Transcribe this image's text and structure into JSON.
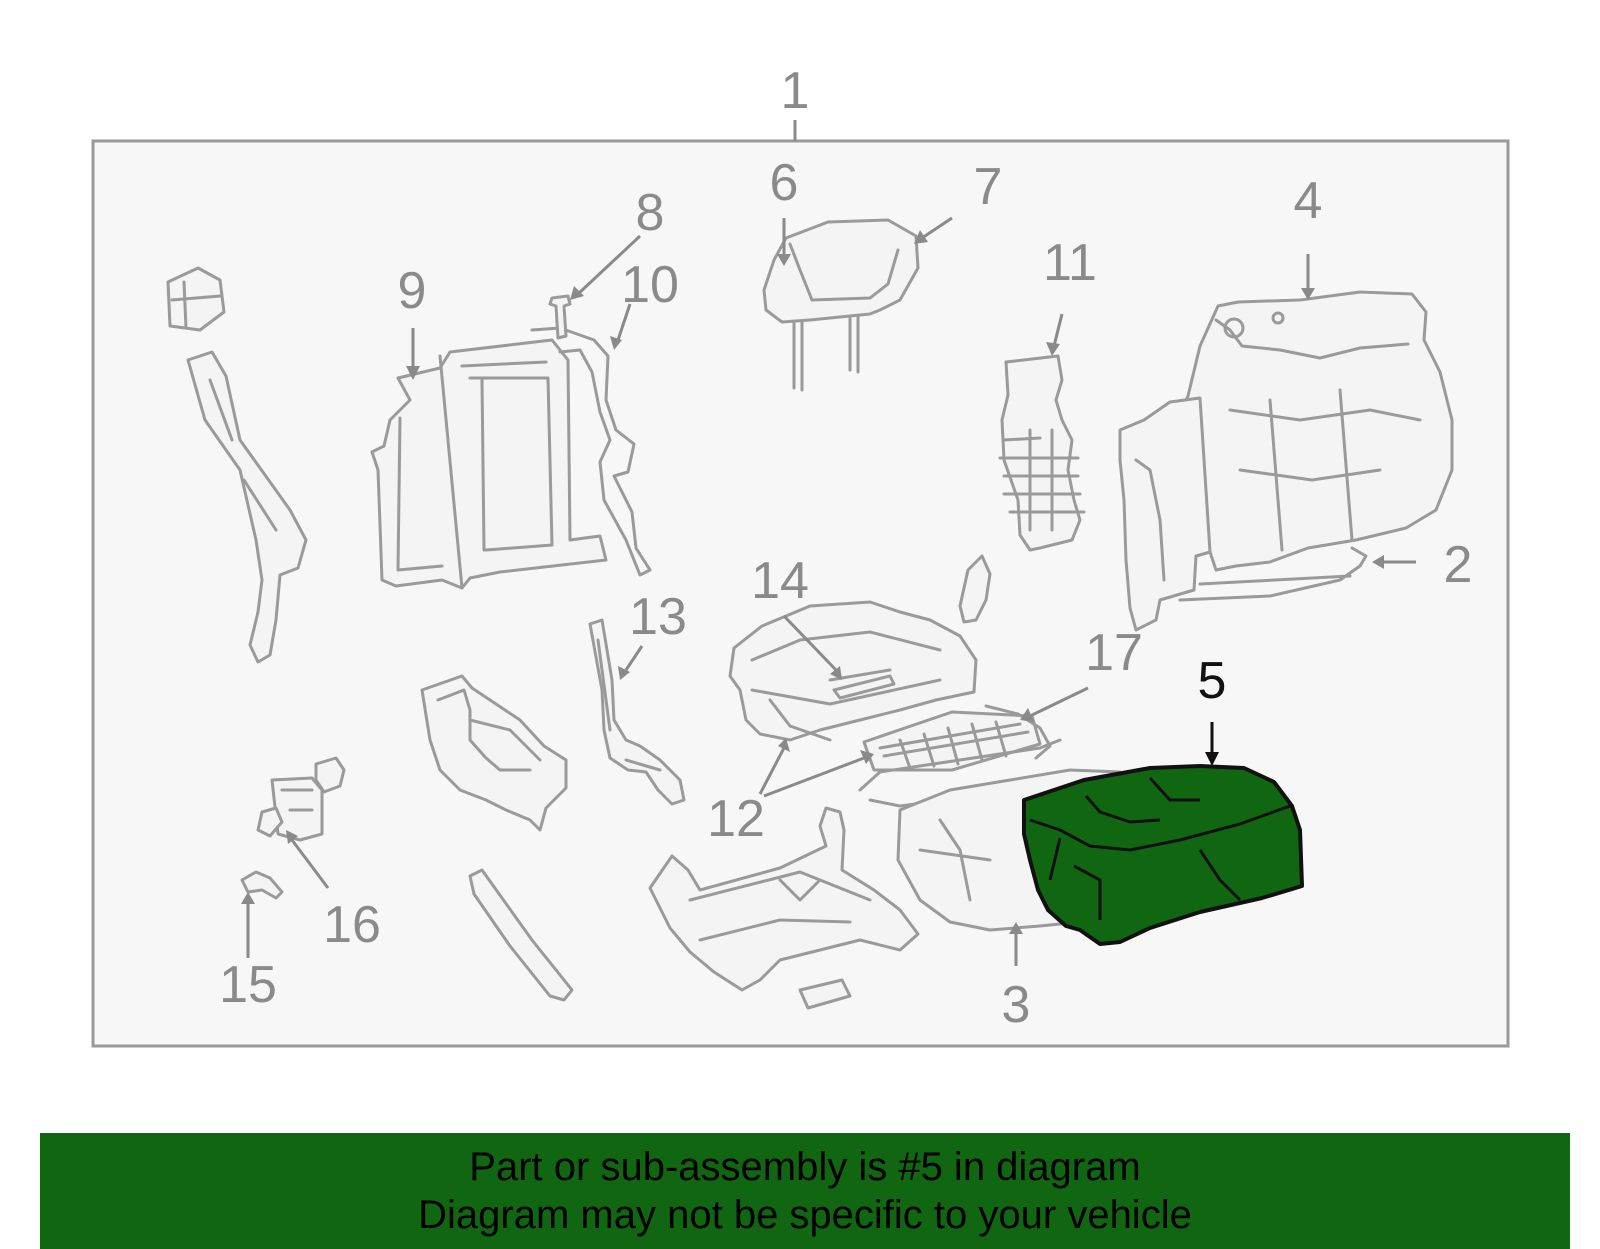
{
  "diagram": {
    "callouts": [
      "1",
      "2",
      "3",
      "4",
      "5",
      "6",
      "7",
      "8",
      "9",
      "10",
      "11",
      "12",
      "13",
      "14",
      "15",
      "16",
      "17"
    ],
    "highlighted": "5",
    "highlight_color": "#116611"
  },
  "banner": {
    "line1": "Part or sub-assembly is #5 in diagram",
    "line2": "Diagram may not be specific to your vehicle",
    "color": "#116611"
  }
}
